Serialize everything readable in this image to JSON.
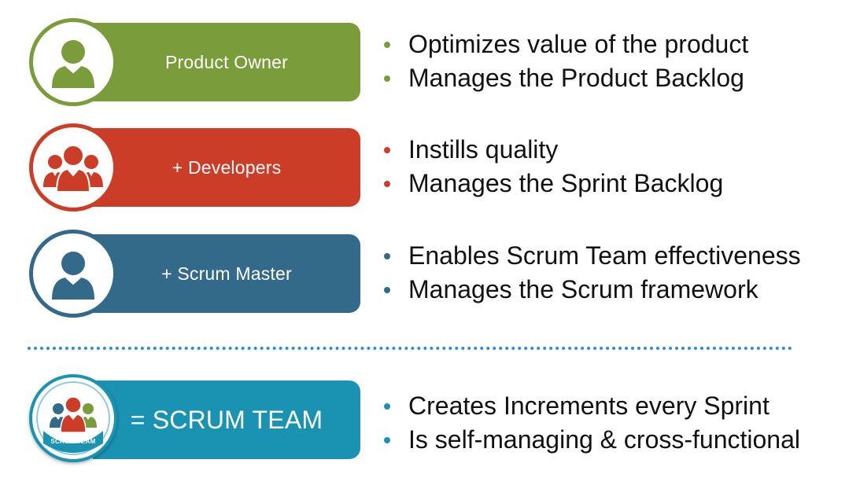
{
  "roles": [
    {
      "label": "Product Owner",
      "color": "#7a9c3a",
      "icon": "single-person-icon",
      "bullets": [
        "Optimizes value of the product",
        "Manages the Product Backlog"
      ]
    },
    {
      "label": "+ Developers",
      "color": "#cc3d27",
      "icon": "group-of-people-icon",
      "bullets": [
        "Instills quality",
        "Manages the Sprint Backlog"
      ]
    },
    {
      "label": "+ Scrum Master",
      "color": "#336a8a",
      "icon": "single-person-icon",
      "bullets": [
        "Enables Scrum Team effectiveness",
        "Manages the Scrum framework"
      ]
    }
  ],
  "team": {
    "label": "= SCRUM TEAM",
    "badge_text": "SCRUM TEAM",
    "color": "#1a92b1",
    "icon": "scrum-team-badge-icon",
    "bullets": [
      "Creates Increments every Sprint",
      "Is self-managing & cross-functional"
    ]
  }
}
